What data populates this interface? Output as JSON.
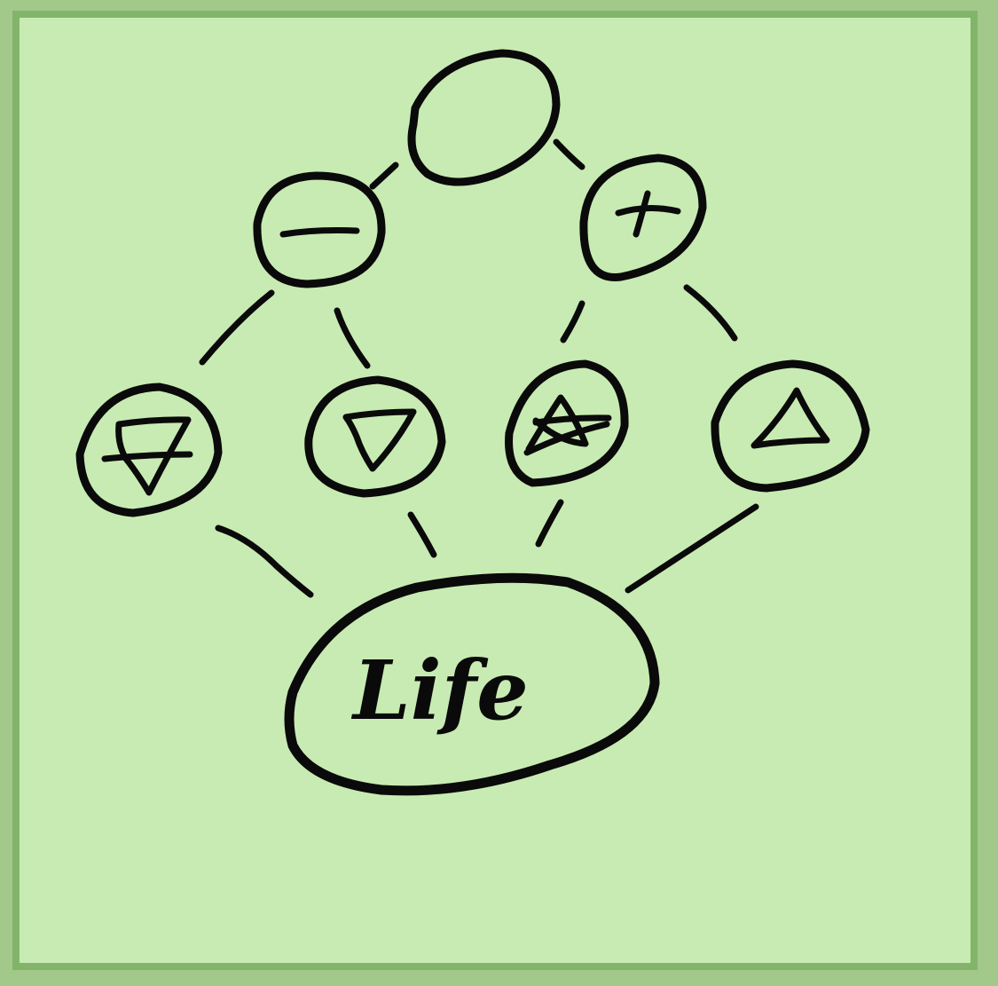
{
  "diagram": {
    "colors": {
      "outer_border": "#a3c98a",
      "inner_border": "#82b56a",
      "background": "#c8ebb3",
      "ink": "#0a0a0a"
    },
    "nodes": [
      {
        "id": "top",
        "symbol": "empty",
        "label": ""
      },
      {
        "id": "minus",
        "symbol": "minus-icon",
        "label": ""
      },
      {
        "id": "plus",
        "symbol": "plus-icon",
        "label": ""
      },
      {
        "id": "earth",
        "symbol": "earth-element-icon",
        "label": ""
      },
      {
        "id": "water",
        "symbol": "water-element-icon",
        "label": ""
      },
      {
        "id": "air",
        "symbol": "air-element-icon",
        "label": ""
      },
      {
        "id": "fire",
        "symbol": "fire-element-icon",
        "label": ""
      },
      {
        "id": "life",
        "symbol": "text",
        "label": "Life"
      }
    ],
    "edges": [
      [
        "top",
        "minus"
      ],
      [
        "top",
        "plus"
      ],
      [
        "minus",
        "earth"
      ],
      [
        "minus",
        "water"
      ],
      [
        "plus",
        "air"
      ],
      [
        "plus",
        "fire"
      ],
      [
        "earth",
        "life"
      ],
      [
        "water",
        "life"
      ],
      [
        "air",
        "life"
      ],
      [
        "fire",
        "life"
      ]
    ]
  }
}
